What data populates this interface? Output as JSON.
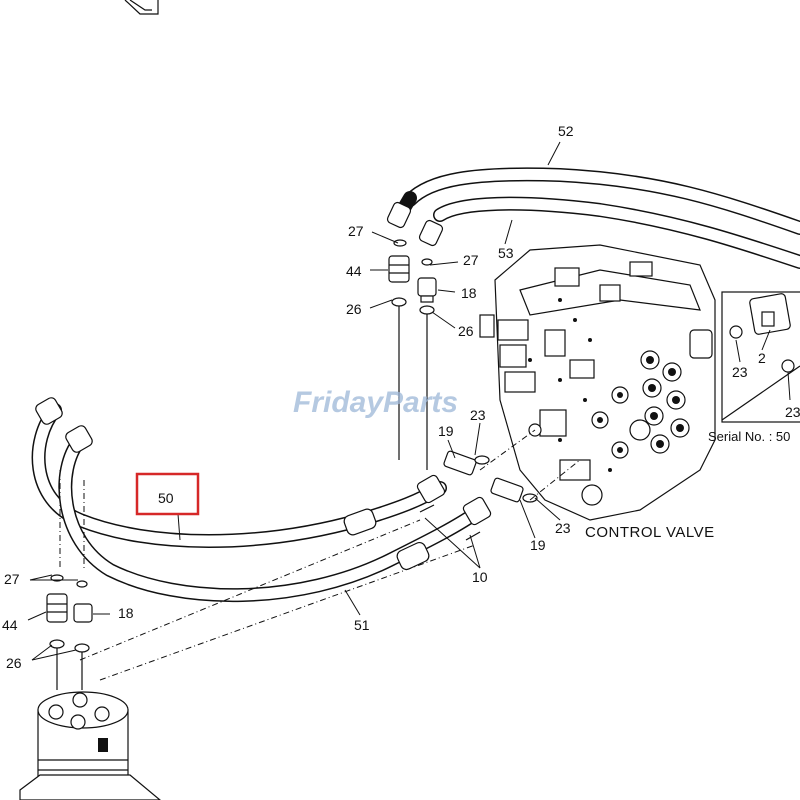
{
  "callouts": {
    "c52": "52",
    "c53": "53",
    "c27a": "27",
    "c27b": "27",
    "c27c": "27",
    "c44a": "44",
    "c44b": "44",
    "c18a": "18",
    "c18b": "18",
    "c26a": "26",
    "c26b": "26",
    "c26c": "26",
    "c23a": "23",
    "c23b": "23",
    "c23c": "23",
    "c23d": "23",
    "c19a": "19",
    "c19b": "19",
    "c10": "10",
    "c50": "50",
    "c51": "51",
    "c2": "2"
  },
  "captions": {
    "control_valve": "CONTROL VALVE",
    "serial": "Serial No. : 50"
  },
  "watermark": "FridayParts",
  "highlight_color": "#d62828"
}
